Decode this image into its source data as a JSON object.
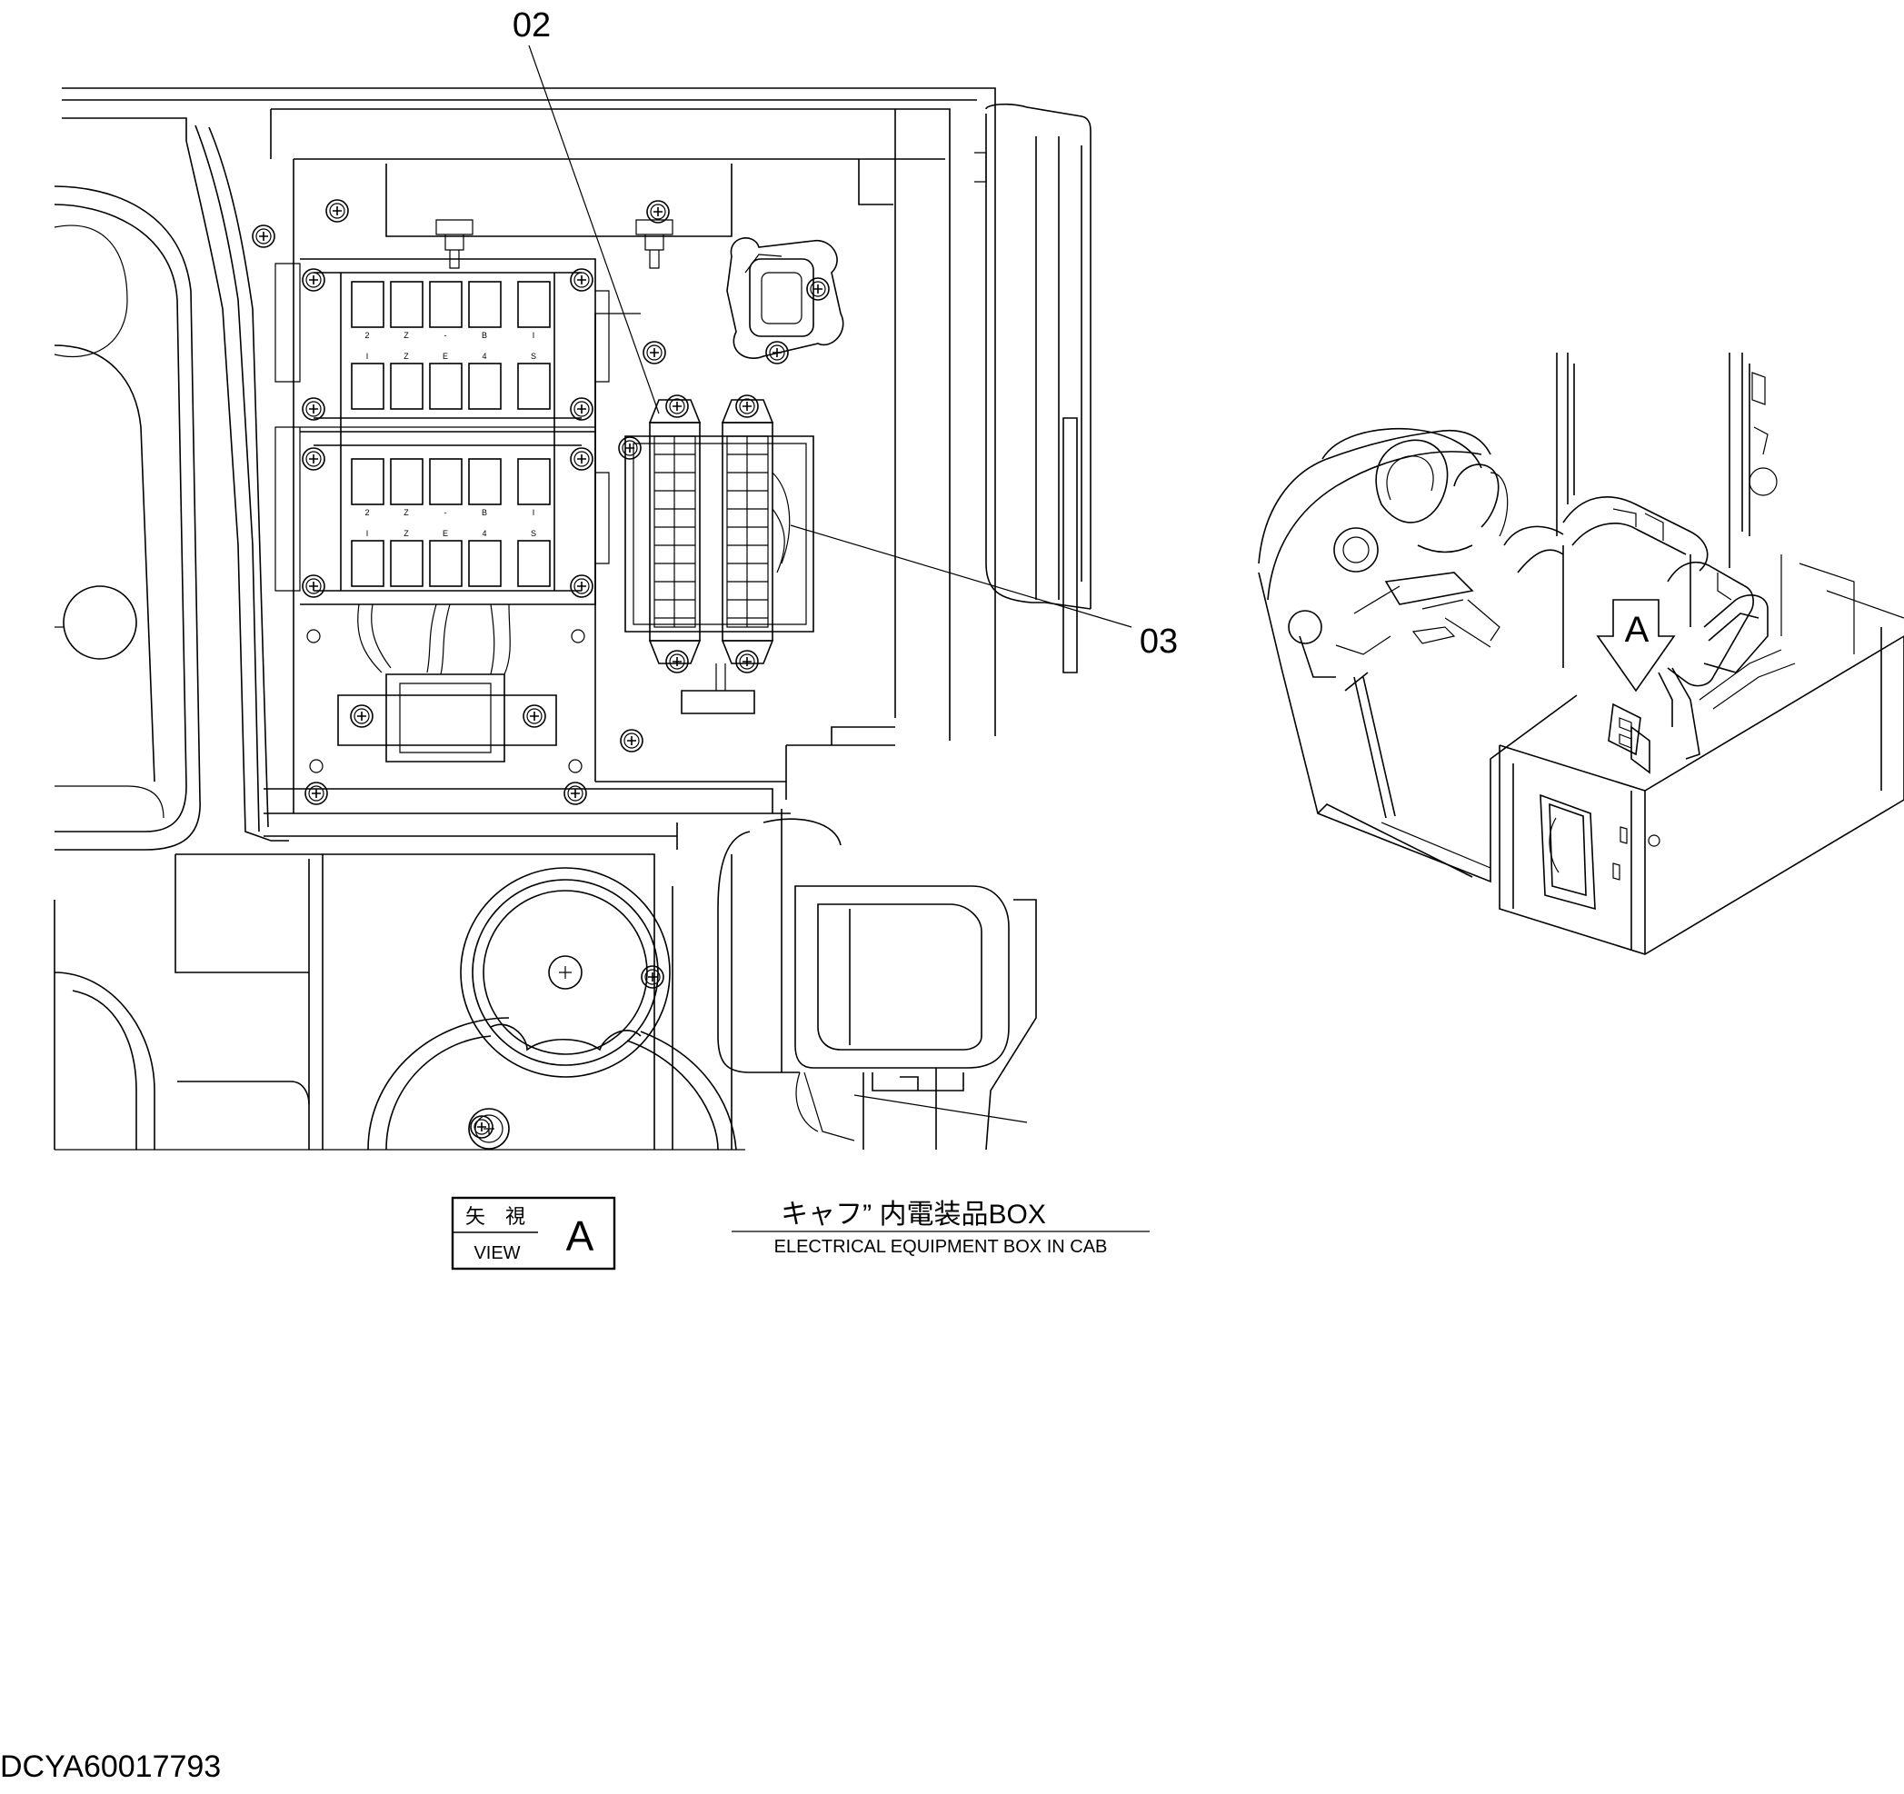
{
  "callouts": {
    "c02": "02",
    "c03": "03"
  },
  "view_label": {
    "kanji": "矢　視",
    "english": "VIEW",
    "letter": "A"
  },
  "iso_arrow_letter": "A",
  "caption": {
    "japanese": "キャフ” 内電装品BOX",
    "english": "ELECTRICAL EQUIPMENT BOX IN CAB"
  },
  "drawing_id": "DCYA60017793",
  "relay_marks": [
    "2",
    "Z",
    "-",
    "B",
    "I"
  ],
  "relay_marks_lower": [
    "I",
    "Z",
    "E",
    "4",
    "S"
  ],
  "colors": {
    "line": "#000000",
    "background": "#ffffff"
  }
}
